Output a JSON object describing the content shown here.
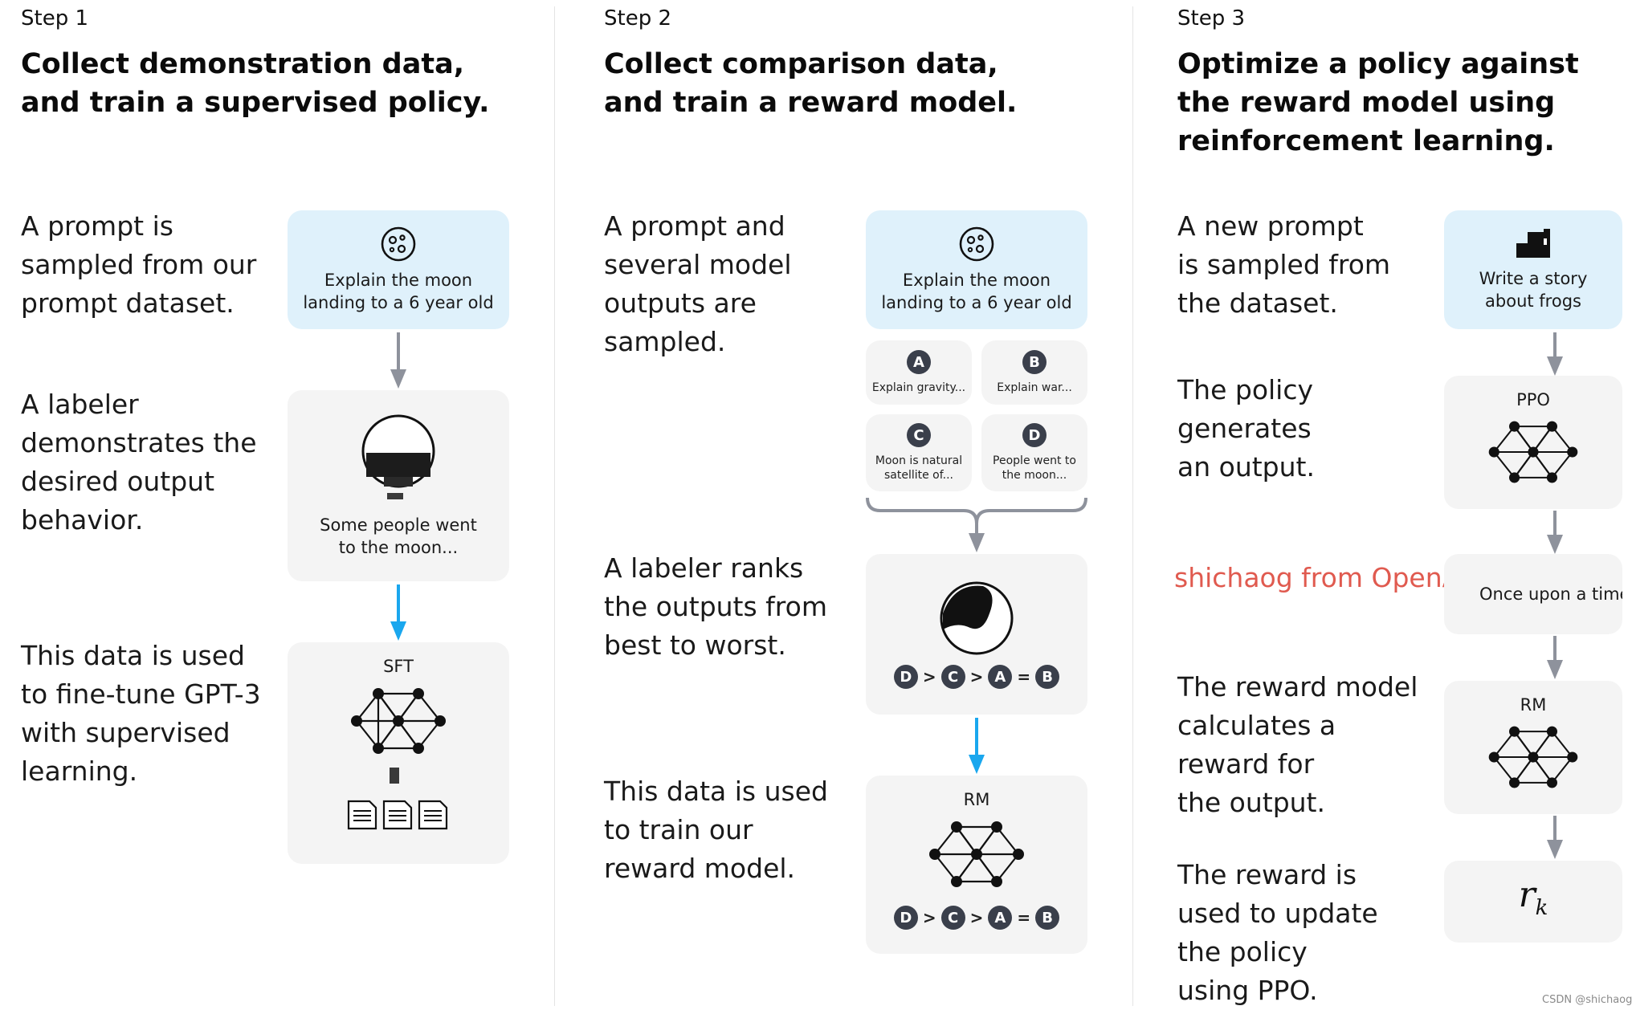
{
  "step1": {
    "label": "Step 1",
    "heading_line1": "Collect demonstration data,",
    "heading_line2": "and train a supervised policy.",
    "desc_prompt": [
      "A prompt is",
      "sampled from our",
      "prompt dataset."
    ],
    "desc_labeler": [
      "A labeler",
      "demonstrates the",
      "desired output",
      "behavior."
    ],
    "desc_data": [
      "This data is used",
      "to fine-tune GPT-3",
      "with supervised",
      "learning."
    ],
    "prompt_line1": "Explain the moon",
    "prompt_line2": "landing to a 6 year old",
    "output_line1": "Some people went",
    "output_line2": "to the moon...",
    "model_label": "SFT"
  },
  "step2": {
    "label": "Step 2",
    "heading_line1": "Collect comparison data,",
    "heading_line2": "and train a reward model.",
    "desc_prompt": [
      "A prompt and",
      "several model",
      "outputs are",
      "sampled."
    ],
    "desc_labeler": [
      "A labeler ranks",
      "the outputs from",
      "best to worst."
    ],
    "desc_data": [
      "This data is used",
      "to train our",
      "reward model."
    ],
    "prompt_line1": "Explain the moon",
    "prompt_line2": "landing to a 6 year old",
    "options": [
      {
        "letter": "A",
        "line1": "Explain gravity...",
        "line2": ""
      },
      {
        "letter": "B",
        "line1": "Explain war...",
        "line2": ""
      },
      {
        "letter": "C",
        "line1": "Moon is natural",
        "line2": "satellite of..."
      },
      {
        "letter": "D",
        "line1": "People went to",
        "line2": "the moon..."
      }
    ],
    "ranking": [
      "D",
      ">",
      "C",
      ">",
      "A",
      "=",
      "B"
    ],
    "model_label": "RM"
  },
  "step3": {
    "label": "Step 3",
    "heading_line1": "Optimize a policy against",
    "heading_line2": "the reward model using",
    "heading_line3": "reinforcement learning.",
    "desc_prompt": [
      "A new prompt",
      "is sampled from",
      "the dataset."
    ],
    "desc_policy": [
      "The policy",
      "generates",
      "an output."
    ],
    "desc_reward": [
      "The reward model",
      "calculates a",
      "reward for",
      "the output."
    ],
    "desc_update": [
      "The reward is",
      "used to update",
      "the policy",
      "using PPO."
    ],
    "prompt_line1": "Write a story",
    "prompt_line2": "about frogs",
    "policy_label": "PPO",
    "output_text": "Once upon a time...",
    "rm_label": "RM",
    "reward_symbol": "r",
    "reward_subscript": "k"
  },
  "watermark": "shichaog from OpenAI",
  "footer": "CSDN @shichaog",
  "colors": {
    "prompt_box": "#dff1fb",
    "gray_box": "#f4f4f4",
    "gray_arrow": "#8e929c",
    "blue_arrow": "#1aa7ee",
    "badge": "#3a3f4b",
    "watermark": "#e05a4f"
  }
}
